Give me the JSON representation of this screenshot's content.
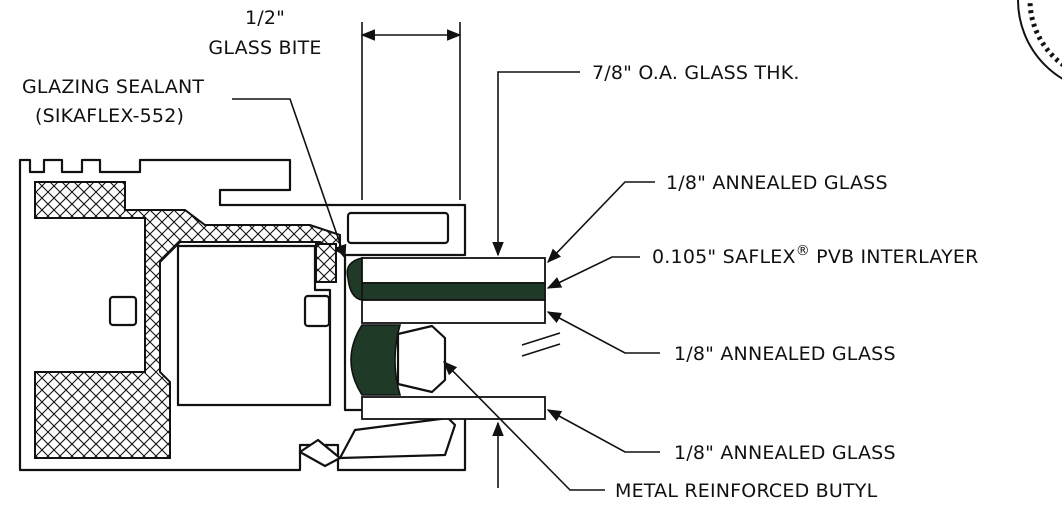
{
  "dimensions": {
    "glass_bite_value": "1/2\"",
    "glass_bite_label": "GLASS BITE",
    "overall_thickness": "7/8\" O.A. GLASS THK."
  },
  "callouts": {
    "glazing_sealant_line1": "GLAZING SEALANT",
    "glazing_sealant_line2": "(SIKAFLEX-552)",
    "outer_glass": "1/8\" ANNEALED GLASS",
    "interlayer_main": "0.105\" SAFLEX",
    "interlayer_mark": "®",
    "interlayer_rest": " PVB INTERLAYER",
    "middle_glass": "1/8\" ANNEALED GLASS",
    "inner_glass": "1/8\" ANNEALED GLASS",
    "butyl": "METAL REINFORCED BUTYL"
  },
  "colors": {
    "sealant": "#1f3a26",
    "line": "#111111",
    "background": "#ffffff"
  }
}
